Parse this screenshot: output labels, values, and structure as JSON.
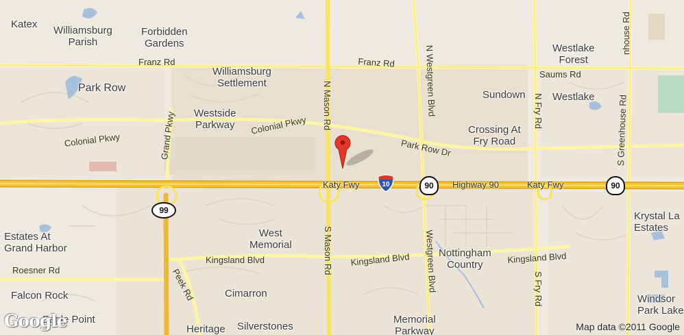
{
  "map": {
    "attribution": "Map data ©2011 Google",
    "logo": "Google",
    "marker_icon": "location-pin-icon",
    "colors": {
      "land": "#efeae1",
      "urban": "#e8dfd1",
      "road_minor": "#fdf5a6",
      "road_major": "#f8e45c",
      "freeway": "#f5c330",
      "water": "#a7c0dc",
      "marker": "#e53728"
    },
    "places": {
      "katex": "Katex",
      "williamsburg_parish": "Williamsburg\nParish",
      "forbidden_gardens": "Forbidden\nGardens",
      "park_row": "Park Row",
      "williamsburg_settlement": "Williamsburg\nSettlement",
      "westside_parkway": "Westside\nParkway",
      "westlake_forest": "Westlake\nForest",
      "sundown": "Sundown",
      "westlake": "Westlake",
      "crossing_at_fry_road": "Crossing At\nFry Road",
      "estates_at_grand_harbor": "Estates At\nGrand Harbor",
      "west_memorial": "West\nMemorial",
      "nottingham_country": "Nottingham\nCountry",
      "krystal_lake_estates": "Krystal La\nEstates",
      "falcon_rock": "Falcon Rock",
      "eagle_point": "Eagle Point",
      "cimarron": "Cimarron",
      "heritage": "Heritage",
      "silverstones": "Silverstones",
      "memorial_parkway": "Memorial\nParkway",
      "windsor_park_lakes": "Windsor\nPark Lake"
    },
    "roads": {
      "franz_rd_west": "Franz Rd",
      "franz_rd_east": "Franz Rd",
      "saums_rd": "Saums Rd",
      "colonial_pkwy_west": "Colonial Pkwy",
      "colonial_pkwy_east": "Colonial Pkwy",
      "park_row_dr": "Park Row Dr",
      "grand_pkwy": "Grand Pkwy",
      "n_mason_rd": "N Mason Rd",
      "s_mason_rd": "S Mason Rd",
      "n_westgreen_blvd": "N Westgreen Blvd",
      "westgreen_blvd": "Westgreen Blvd",
      "n_fry_rd": "N Fry Rd",
      "s_fry_rd": "S Fry Rd",
      "s_greenhouse_rd": "S Greenhouse Rd",
      "greenhouse_rd_top": "nhouse Rd",
      "katy_fwy_west": "Katy Fwy",
      "katy_fwy_east": "Katy Fwy",
      "highway_90": "Highway 90",
      "kingsland_blvd_west": "Kingsland Blvd",
      "kingsland_blvd_mid": "Kingsland Blvd",
      "kingsland_blvd_east": "Kingsland Blvd",
      "roesner_rd": "Roesner Rd",
      "peek_rd": "Peek Rd"
    },
    "shields": {
      "interstate_10": "10",
      "us_90_a": "90",
      "us_90_b": "90",
      "route_99": "99"
    }
  }
}
